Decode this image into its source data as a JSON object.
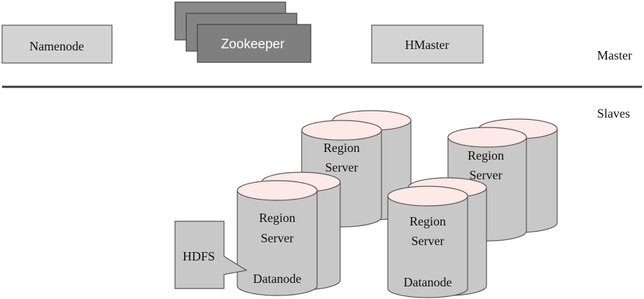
{
  "master": {
    "namenode_label": "Namenode",
    "zookeeper_label": "Zookeeper",
    "hmaster_label": "HMaster",
    "tier_label": "Master"
  },
  "slaves": {
    "tier_label": "Slaves",
    "servers": [
      {
        "line1": "Region",
        "line2": "Server"
      },
      {
        "line1": "Region",
        "line2": "Server"
      },
      {
        "line1": "Region",
        "line2": "Server",
        "line3": "Datanode"
      },
      {
        "line1": "Region",
        "line2": "Server",
        "line3": "Datanode"
      }
    ],
    "hdfs_label": "HDFS"
  },
  "colors": {
    "box_fill": "#d3d3d3",
    "zookeeper_fill": "#7f7f7f",
    "cylinder_body": "#c8c8c8",
    "cylinder_top": "#fde9e7",
    "stroke": "#555555",
    "divider": "#3a3a3a"
  }
}
